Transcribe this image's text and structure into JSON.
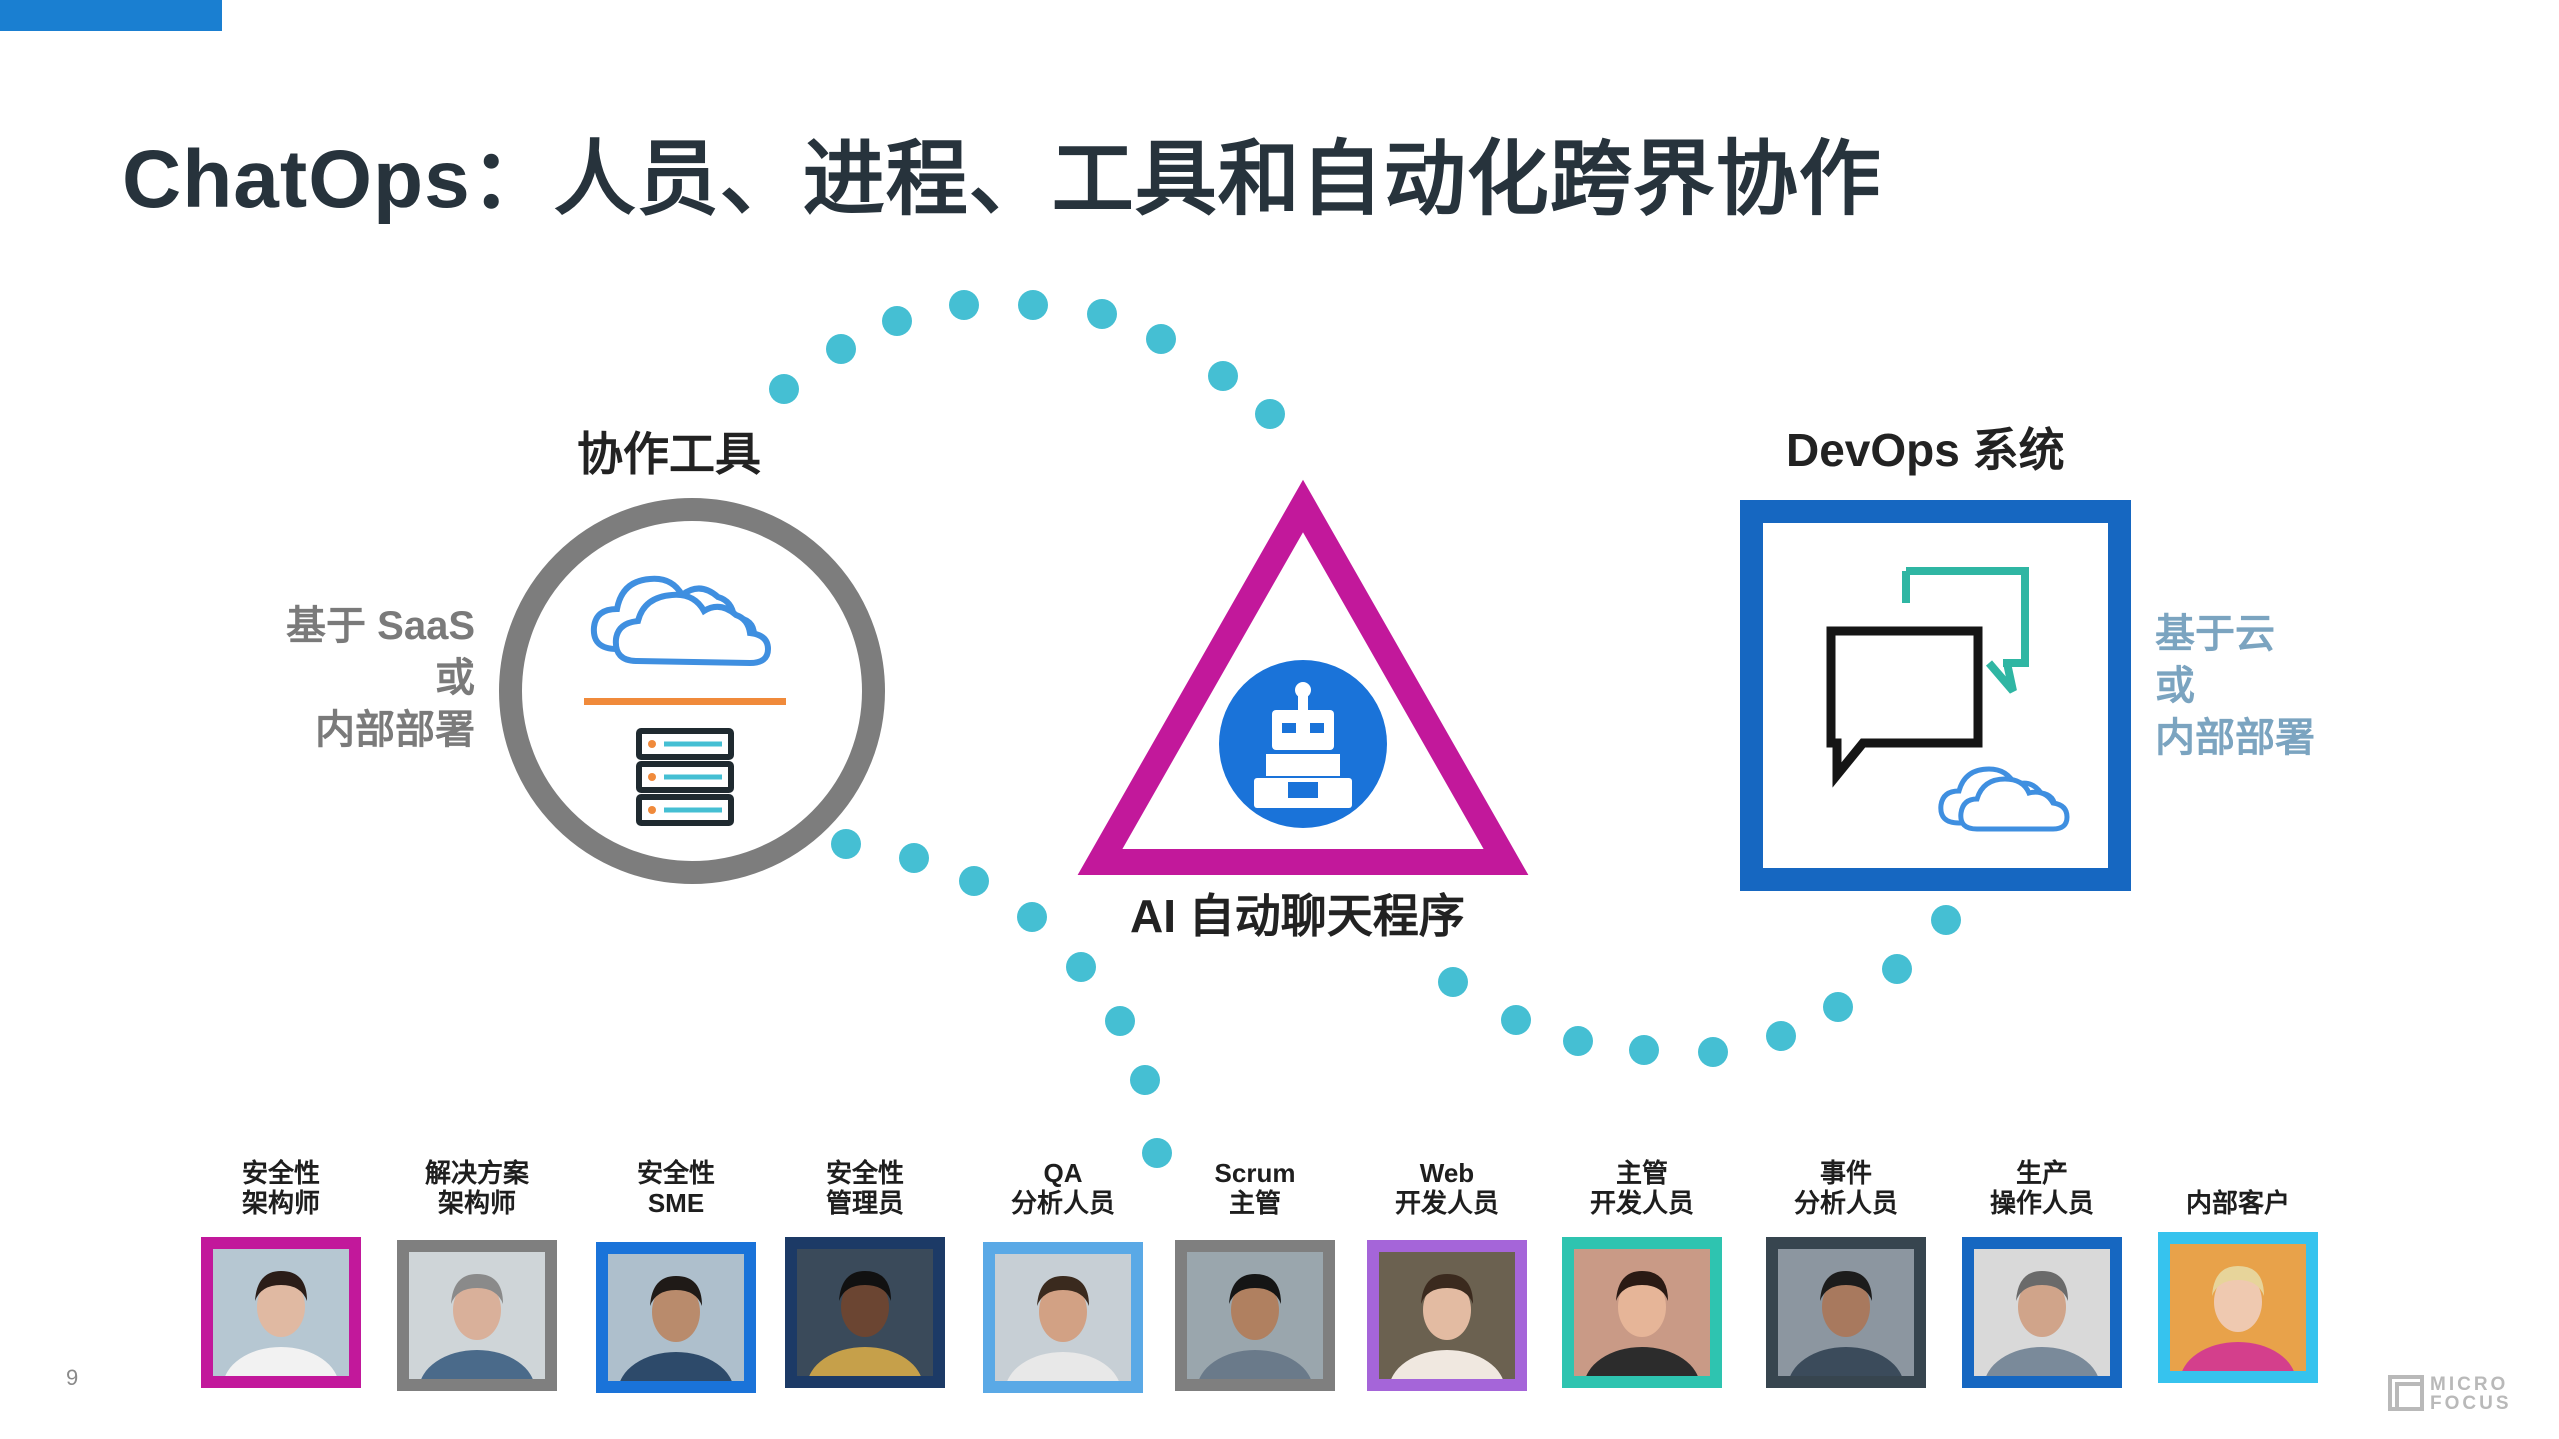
{
  "slide": {
    "title": "ChatOps：人员、进程、工具和自动化跨界协作",
    "page_number": "9"
  },
  "collab": {
    "heading": "协作工具",
    "note_lines": [
      "基于 SaaS",
      "或",
      "内部部署"
    ]
  },
  "bot": {
    "label": "AI 自动聊天程序"
  },
  "devops": {
    "heading": "DevOps 系统",
    "note_lines": [
      "基于云",
      "或",
      "内部部署"
    ]
  },
  "colors": {
    "accent": "#1a7fd1",
    "dots": "#45bfd3",
    "ring": "#7d7d7d",
    "triangle": "#c2189b",
    "devops_frame": "#1667c1",
    "cloud_note": "#7ba4c0"
  },
  "roles": [
    {
      "lines": [
        "安全性",
        "架构师"
      ],
      "color": "#c2189b"
    },
    {
      "lines": [
        "解决方案",
        "架构师"
      ],
      "color": "#7f7f7f"
    },
    {
      "lines": [
        "安全性",
        "SME"
      ],
      "color": "#1a73d9"
    },
    {
      "lines": [
        "安全性",
        "管理员"
      ],
      "color": "#1c3a66"
    },
    {
      "lines": [
        "QA",
        "分析人员"
      ],
      "color": "#5aa9e6"
    },
    {
      "lines": [
        "Scrum",
        "主管"
      ],
      "color": "#7f7f7f"
    },
    {
      "lines": [
        "Web",
        "开发人员"
      ],
      "color": "#a565d9"
    },
    {
      "lines": [
        "主管",
        "开发人员"
      ],
      "color": "#2ec4b0"
    },
    {
      "lines": [
        "事件",
        "分析人员"
      ],
      "color": "#37454f"
    },
    {
      "lines": [
        "生产",
        "操作人员"
      ],
      "color": "#1667c1"
    },
    {
      "lines": [
        "内部客户"
      ],
      "color": "#36c3ee"
    }
  ],
  "brand": {
    "lines": [
      "MICRO",
      "FOCUS"
    ]
  }
}
